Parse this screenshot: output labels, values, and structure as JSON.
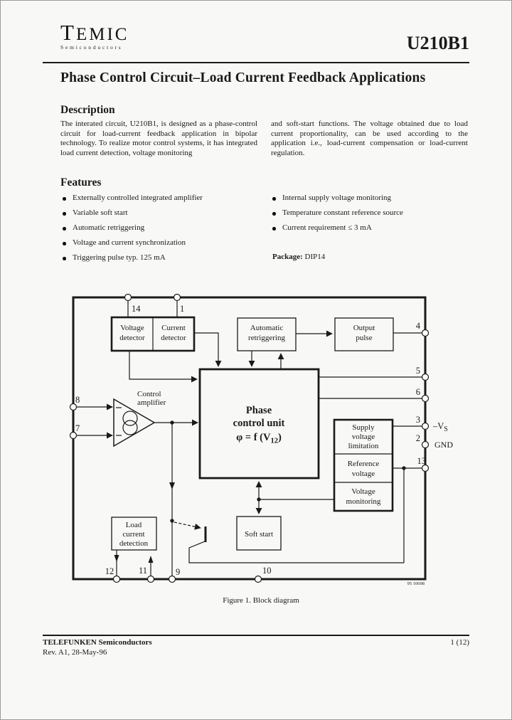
{
  "header": {
    "brand_initial": "T",
    "brand_rest": "EMIC",
    "brand_sub": "Semiconductors",
    "part_number": "U210B1",
    "title": "Phase Control Circuit–Load Current Feedback Applications"
  },
  "description": {
    "heading": "Description",
    "col1": "The interated circuit, U210B1, is designed as a phase-control circuit for load-current feedback application in bipolar technology. To realize motor control systems, it has integrated load current detection, voltage monitoring",
    "col2": "and soft-start functions. The voltage obtained due to load current proportionality, can be used according to the application i.e., load-current compensation or load-current regulation."
  },
  "features": {
    "heading": "Features",
    "left": [
      "Externally controlled integrated amplifier",
      "Variable soft start",
      "Automatic retriggering",
      "Voltage and current synchronization",
      "Triggering pulse typ. 125 mA"
    ],
    "right": [
      "Internal supply voltage monitoring",
      "Temperature constant reference source",
      "Current requirement ≤ 3 mA"
    ],
    "package_label": "Package:",
    "package_value": "DIP14"
  },
  "diagram": {
    "caption": "Figure 1.  Block diagram",
    "doc_number": "95 10698",
    "blocks": {
      "voltage_detector": [
        "Voltage",
        "detector"
      ],
      "current_detector": [
        "Current",
        "detector"
      ],
      "automatic_retriggering": [
        "Automatic",
        "retriggering"
      ],
      "output_pulse": [
        "Output",
        "pulse"
      ],
      "phase_control_unit": [
        "Phase",
        "control unit"
      ],
      "phase_formula": {
        "pre": "φ = f (V",
        "sub": "12",
        "post": ")"
      },
      "control_amplifier": [
        "Control",
        "amplifier"
      ],
      "supply_voltage_limitation": [
        "Supply",
        "voltage",
        "limitation"
      ],
      "reference_voltage": [
        "Reference",
        "voltage"
      ],
      "voltage_monitoring": [
        "Voltage",
        "monitoring"
      ],
      "load_current_detection": [
        "Load",
        "current",
        "detection"
      ],
      "soft_start": "Soft start"
    },
    "pins": {
      "p14": "14",
      "p1": "1",
      "p4": "4",
      "p5": "5",
      "p6": "6",
      "p3": "3",
      "p2": "2",
      "p13": "13",
      "p8": "8",
      "p7": "7",
      "p12": "12",
      "p11": "11",
      "p9": "9",
      "p10": "10"
    },
    "ext_labels": {
      "vs_pre": "–V",
      "vs_sub": "S",
      "gnd": "GND"
    }
  },
  "footer": {
    "company": "TELEFUNKEN Semiconductors",
    "revision": "Rev. A1, 28-May-96",
    "page": "1 (12)"
  }
}
